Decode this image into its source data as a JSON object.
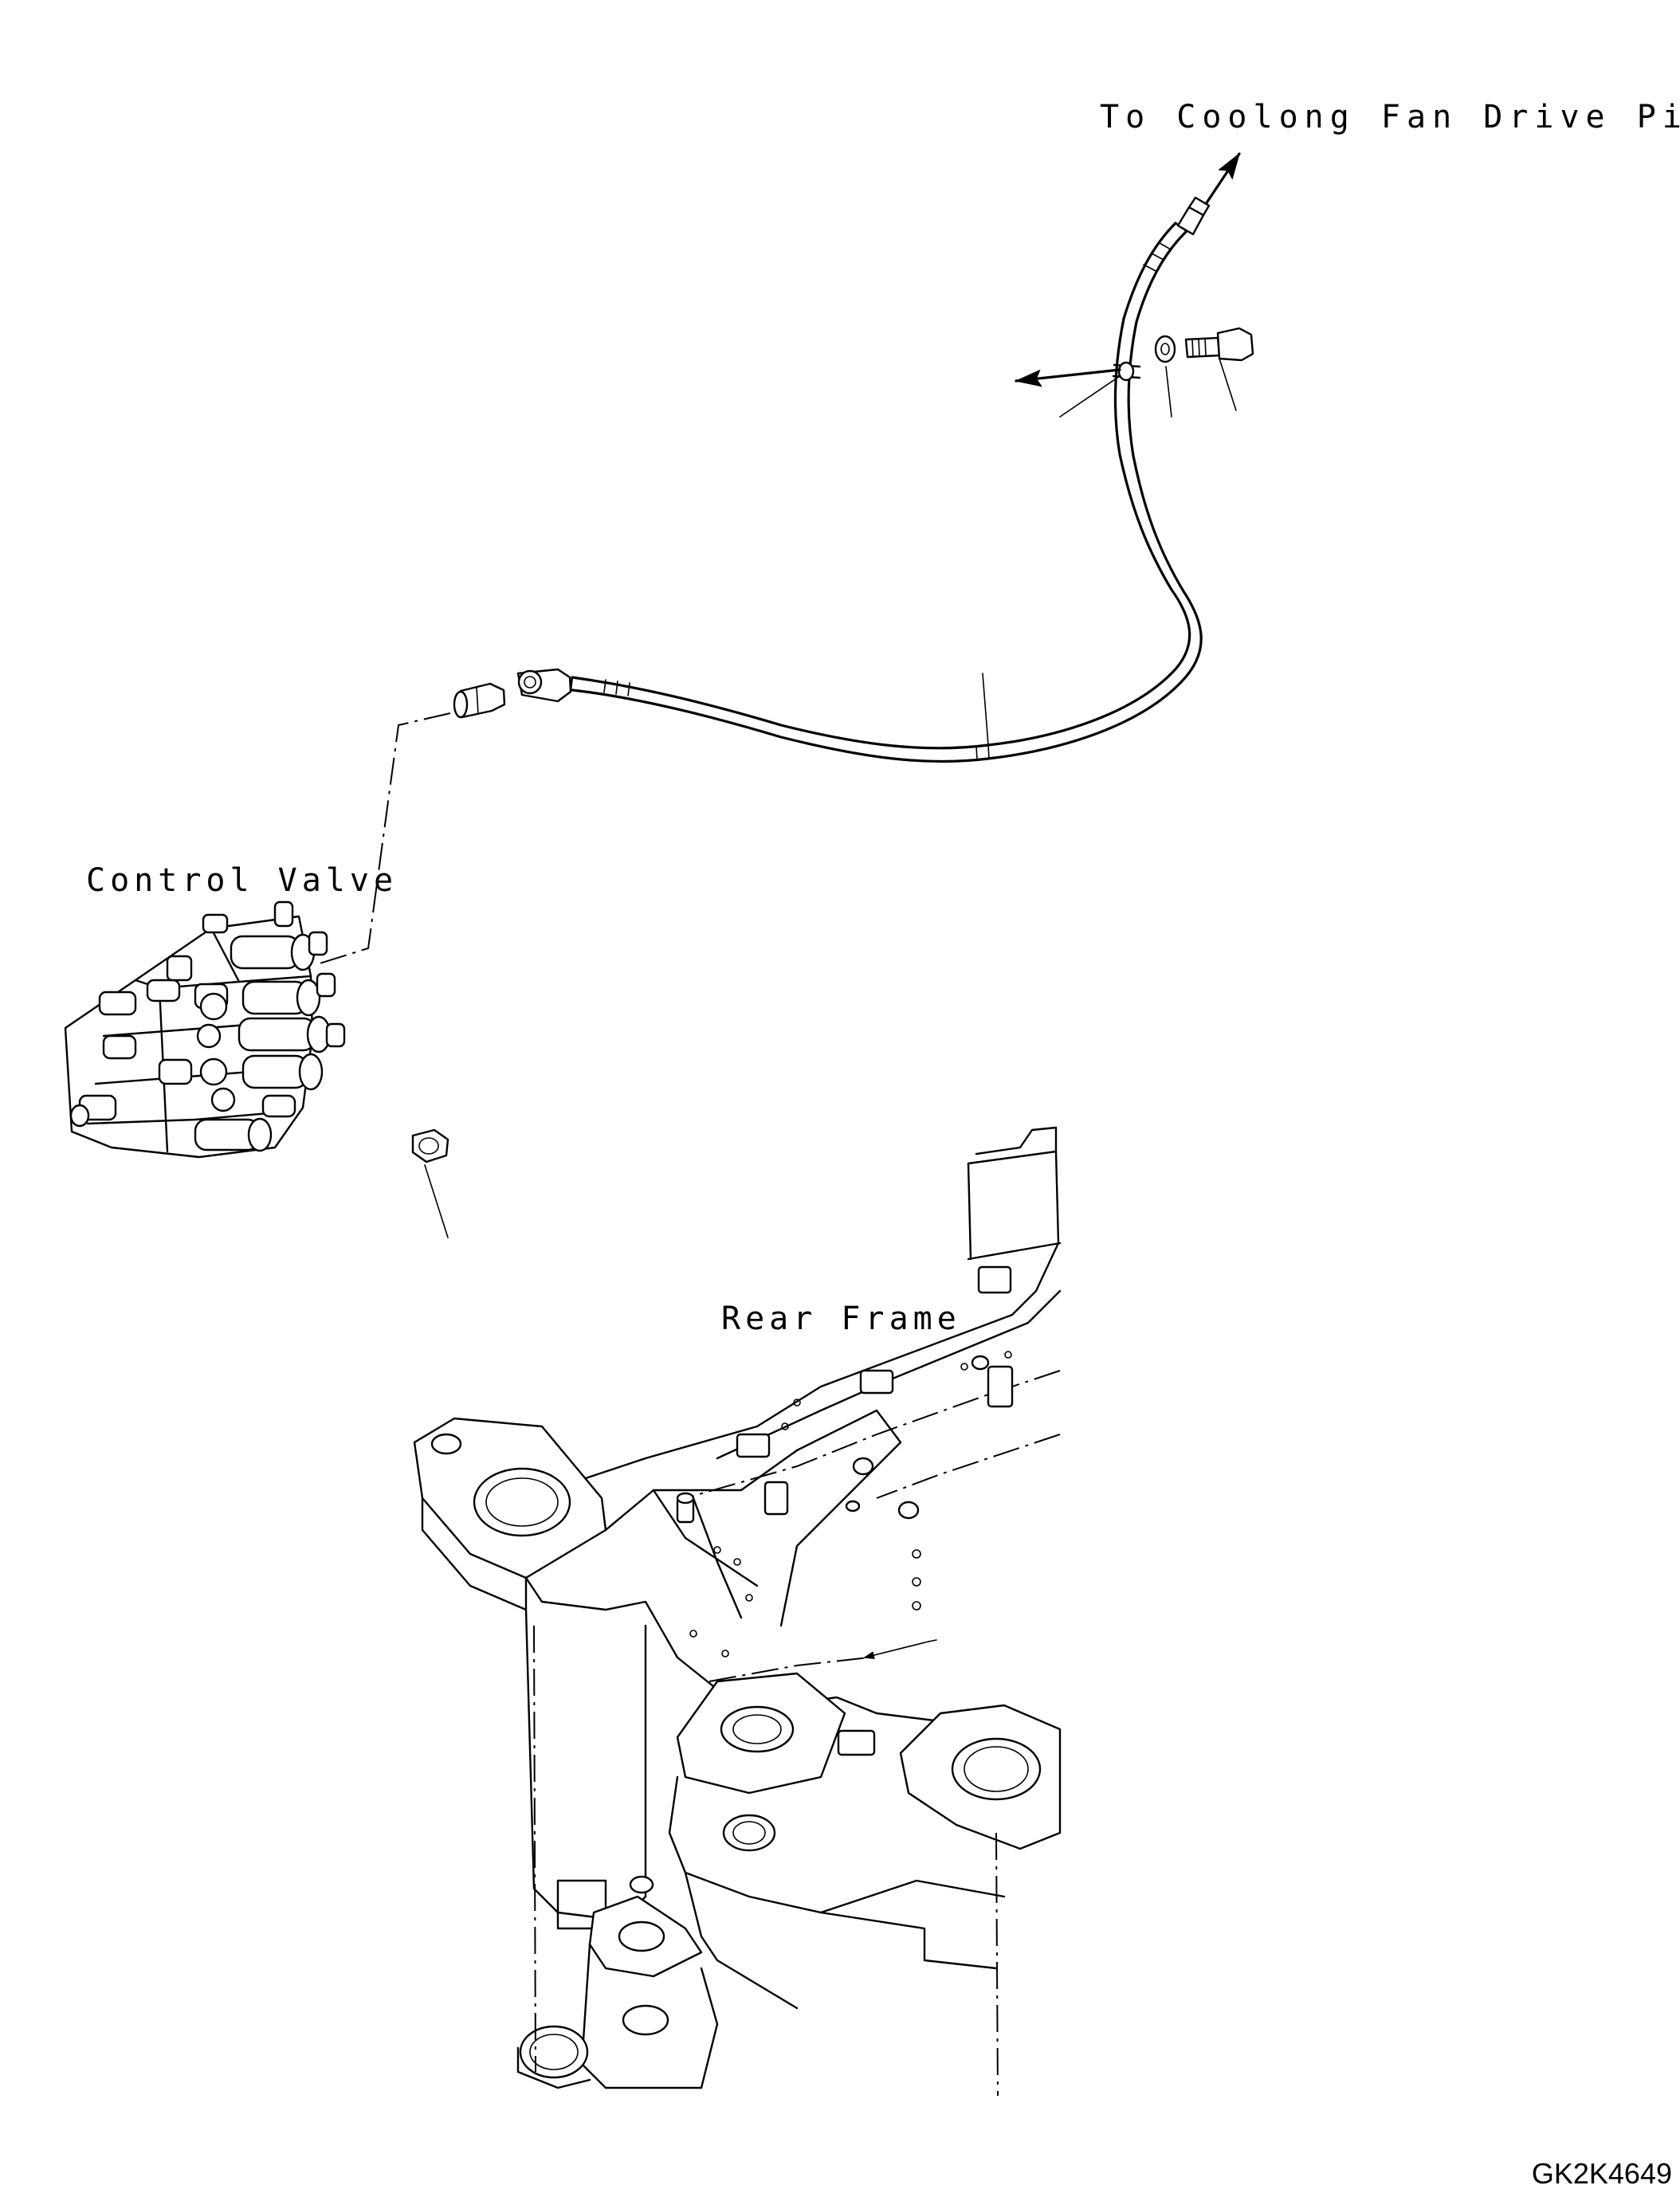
{
  "labels": {
    "cooling_fan": "To Coolong Fan Drive Piping",
    "control_valve": "Control Valve",
    "rear_frame": "Rear Frame"
  },
  "drawing_code": "GK2K4649"
}
